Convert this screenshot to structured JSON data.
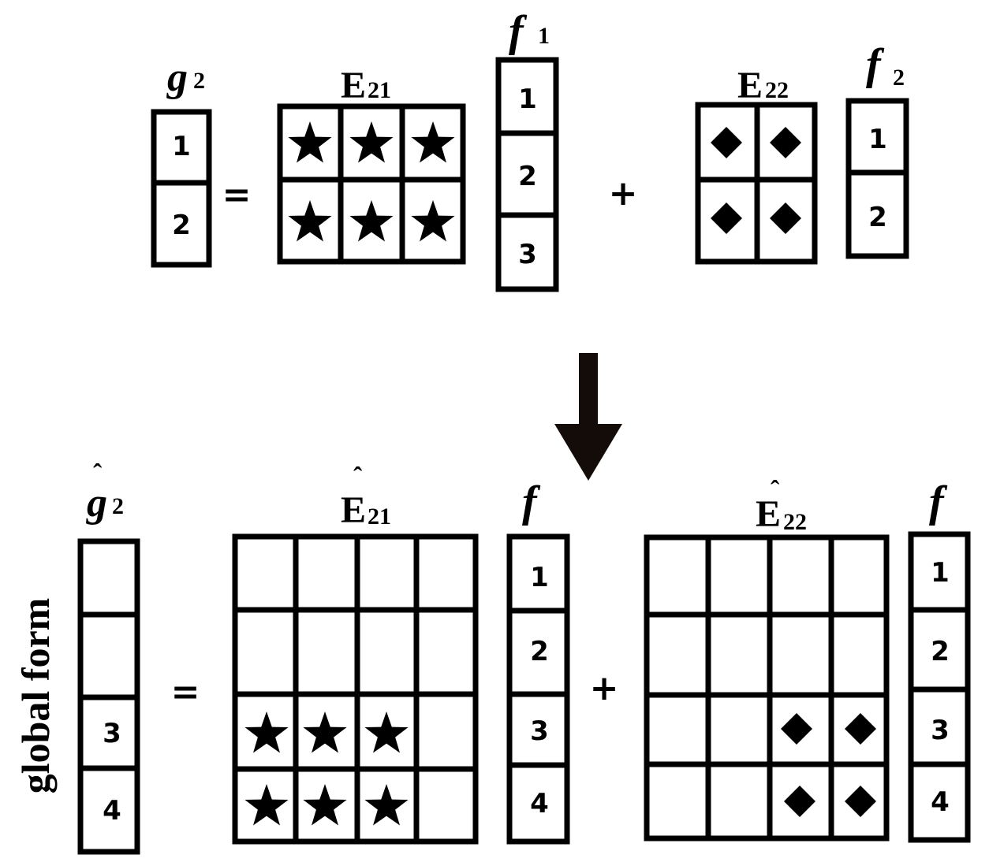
{
  "top_equation": {
    "g2": {
      "symbol": "g",
      "subscript": "2",
      "cells": [
        "1",
        "2"
      ]
    },
    "equals": "=",
    "E21": {
      "symbol": "E",
      "subscript": "21",
      "rows": 2,
      "cols": 3,
      "marker": "star-icon"
    },
    "f1": {
      "symbol": "f",
      "subscript": "1",
      "cells": [
        "1",
        "2",
        "3"
      ]
    },
    "plus": "+",
    "E22": {
      "symbol": "E",
      "subscript": "22",
      "rows": 2,
      "cols": 2,
      "marker": "diamond-icon"
    },
    "f2": {
      "symbol": "f",
      "subscript": "2",
      "cells": [
        "1",
        "2"
      ]
    }
  },
  "arrow": {
    "icon": "down-arrow-icon",
    "color": "#140c08"
  },
  "bottom_equation": {
    "side_label": "global form",
    "g2_hat": {
      "symbol": "g",
      "hat": "ˆ",
      "subscript": "2",
      "cells": [
        "",
        "",
        "3",
        "4"
      ]
    },
    "equals": "=",
    "E21_hat": {
      "symbol": "E",
      "hat": "ˆ",
      "subscript": "21",
      "rows": 4,
      "cols": 4,
      "marker": "star-icon",
      "filled": [
        [
          0,
          0,
          0,
          0
        ],
        [
          0,
          0,
          0,
          0
        ],
        [
          1,
          1,
          1,
          0
        ],
        [
          1,
          1,
          1,
          0
        ]
      ]
    },
    "f_a": {
      "symbol": "f",
      "cells": [
        "1",
        "2",
        "3",
        "4"
      ]
    },
    "plus": "+",
    "E22_hat": {
      "symbol": "E",
      "hat": "ˆ",
      "subscript": "22",
      "rows": 4,
      "cols": 4,
      "marker": "diamond-icon",
      "filled": [
        [
          0,
          0,
          0,
          0
        ],
        [
          0,
          0,
          0,
          0
        ],
        [
          0,
          0,
          1,
          1
        ],
        [
          0,
          0,
          1,
          1
        ]
      ]
    },
    "f_b": {
      "symbol": "f",
      "cells": [
        "1",
        "2",
        "3",
        "4"
      ]
    }
  }
}
